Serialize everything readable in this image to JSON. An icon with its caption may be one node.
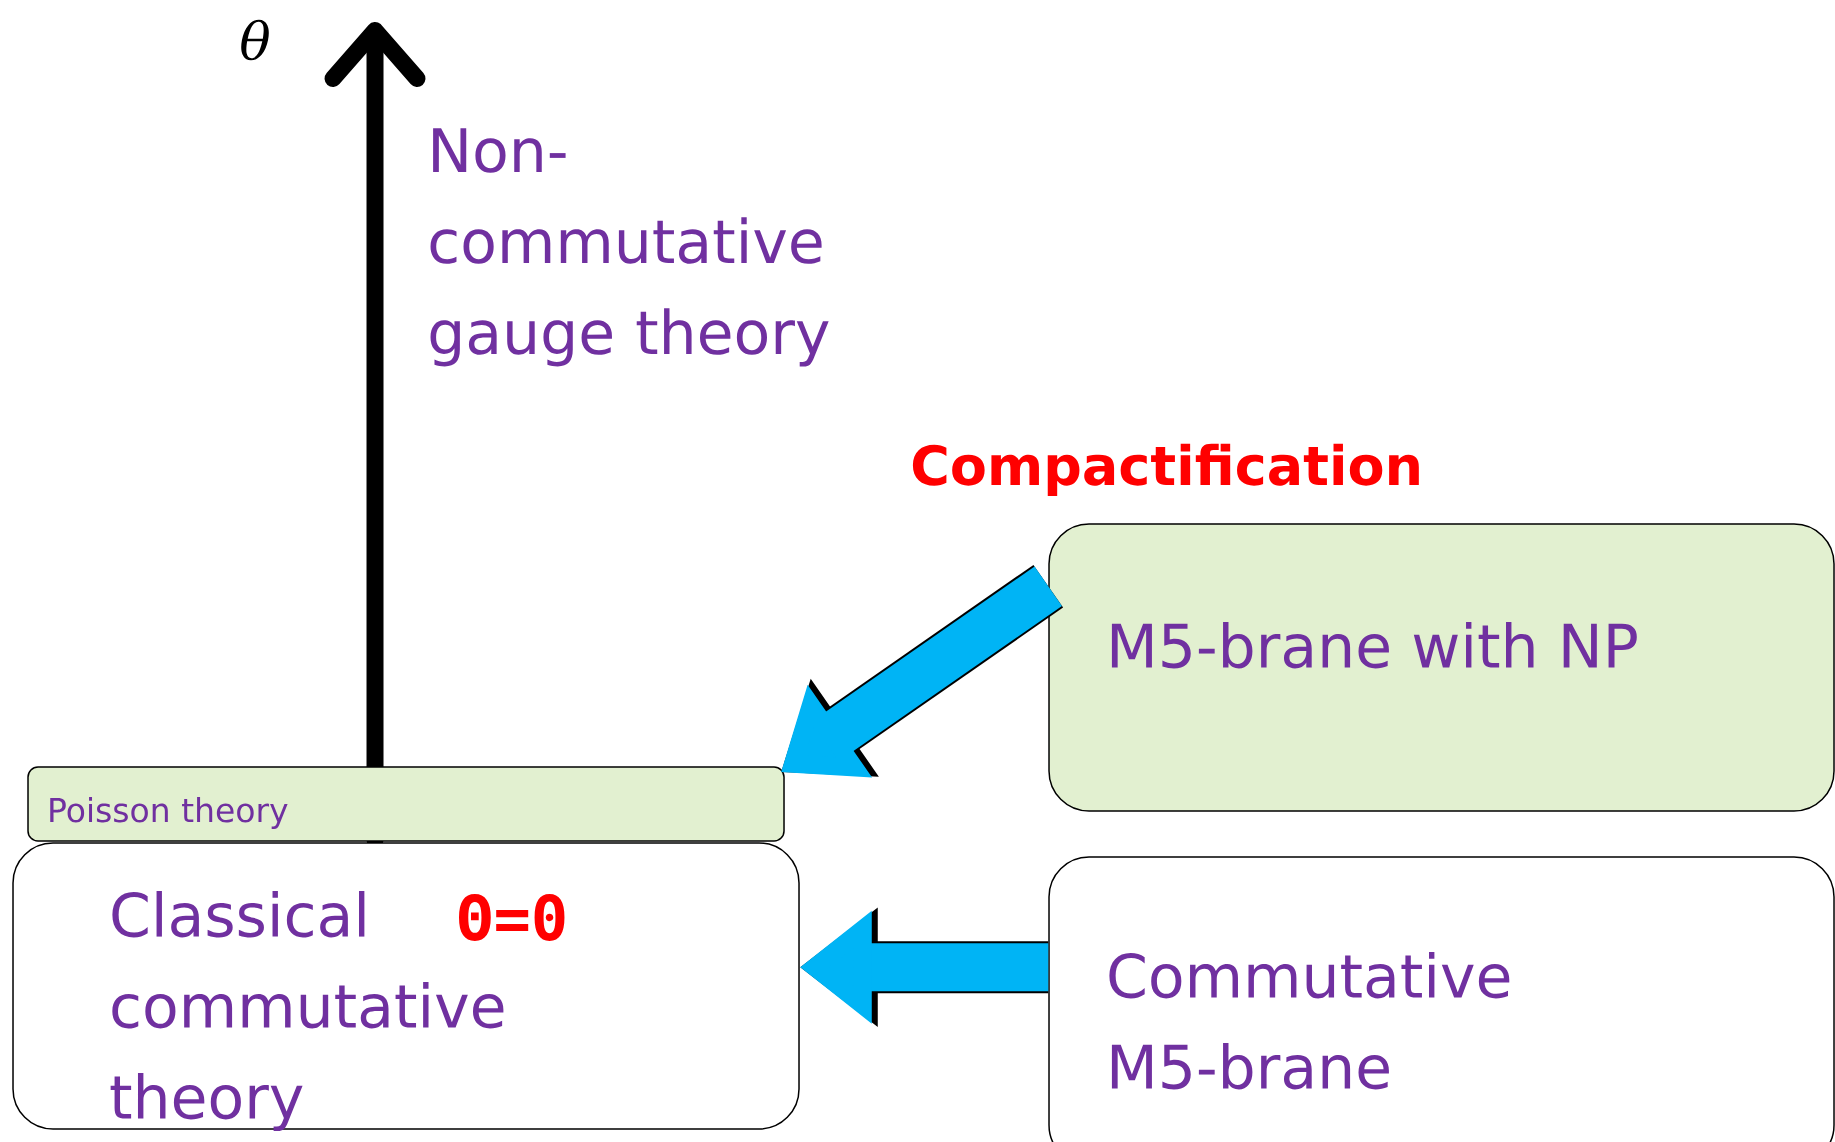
{
  "diagram": {
    "nodes": [
      {
        "text": [
          "M5-brane with NP"
        ]
      },
      {
        "text": [
          "Poisson theory"
        ]
      },
      {
        "text": [
          "Classical commutative theory",
          "Θ=0"
        ]
      },
      {
        "text": [
          "Commutative M5-brane"
        ]
      }
    ],
    "edges": [
      {
        "from": 0,
        "to": 1,
        "arrow": "to"
      },
      {
        "from": 3,
        "to": 2,
        "arrow": "to"
      }
    ],
    "labels": [
      "θ",
      "Non- commutative gauge theory",
      "Compactification"
    ]
  }
}
